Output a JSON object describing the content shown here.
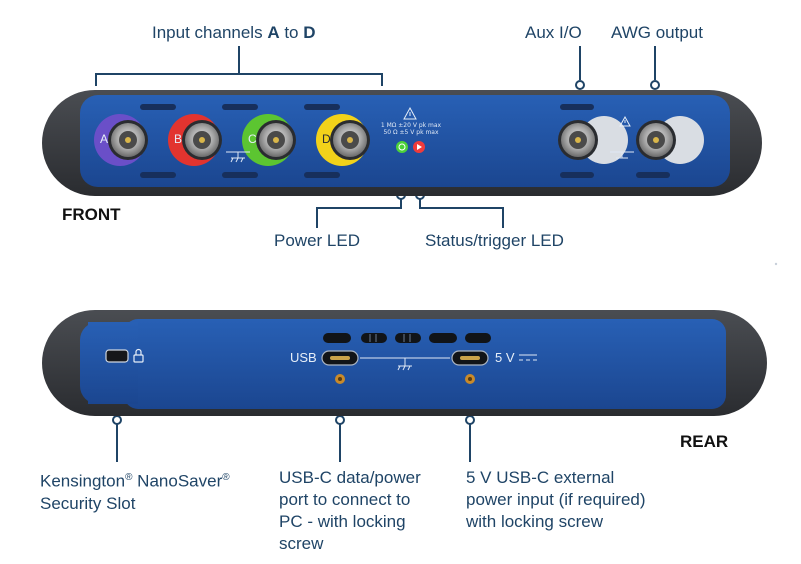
{
  "front": {
    "side_label": "FRONT",
    "input_channels": {
      "prefix": "Input channels ",
      "a": "A",
      "mid": " to ",
      "d": "D"
    },
    "aux_io": "Aux I/O",
    "awg_output": "AWG output",
    "power_led": "Power LED",
    "status_led": "Status/trigger LED",
    "channel_letters": [
      "A",
      "B",
      "C",
      "D"
    ],
    "panel_note_line1": "1 MΩ ±20 V pk max",
    "panel_note_line2": "50 Ω ±5 V pk max",
    "colors": {
      "channel_a": "#6a4fc8",
      "channel_b": "#e2342f",
      "channel_c": "#5cc531",
      "channel_d": "#f2d21a",
      "panel_blue": "#1f4fa0",
      "body_dark": "#3a3d42"
    }
  },
  "rear": {
    "side_label": "REAR",
    "usb_label": "USB",
    "power_label": "5 V",
    "kensington_line1": "Kensington",
    "kensington_reg1": "®",
    "kensington_mid": " NanoSaver",
    "kensington_reg2": "®",
    "kensington_line2": "Security Slot",
    "usb_desc_line1": "USB-C data/power",
    "usb_desc_line2": "port to connect to",
    "usb_desc_line3": "PC - with locking",
    "usb_desc_line4": "screw",
    "power_desc_line1": "5 V USB-C external",
    "power_desc_line2": "power input (if required)",
    "power_desc_line3": "with locking screw"
  }
}
